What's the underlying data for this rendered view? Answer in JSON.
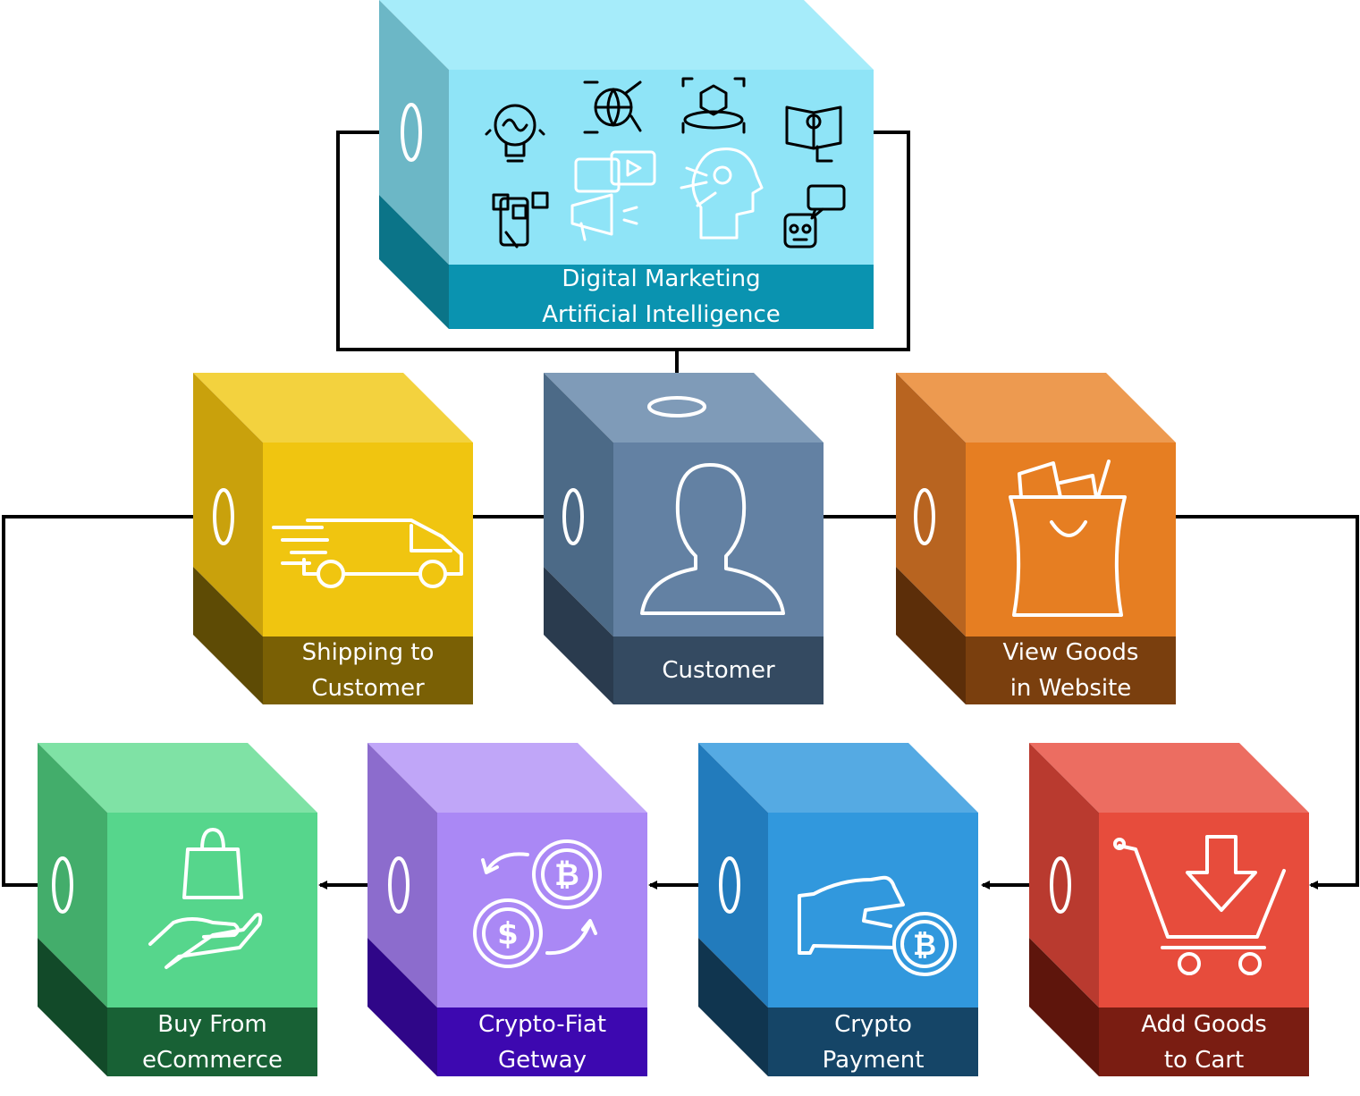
{
  "blocks": {
    "top": {
      "line1": "Digital Marketing",
      "line2": "Artificial Intelligence",
      "colors": {
        "front": "#8fe4f7",
        "side": "#6cb7c6",
        "top": "#a6ecfa",
        "band": "#0a93b0",
        "side_band": "#0b7488"
      }
    },
    "shipping": {
      "line1": "Shipping to",
      "line2": "Customer",
      "colors": {
        "front": "#f0c510",
        "side": "#c9a10c",
        "top": "#f3d23e",
        "band": "#7a6005",
        "side_band": "#5e4b05"
      }
    },
    "customer": {
      "line1": "Customer",
      "colors": {
        "front": "#6381a3",
        "side": "#4c6a87",
        "top": "#7f9bb8",
        "band": "#344a61",
        "side_band": "#2a3b4e"
      }
    },
    "view_goods": {
      "line1": "View Goods",
      "line2": "in Website",
      "colors": {
        "front": "#e67e22",
        "side": "#b86420",
        "top": "#ed9a50",
        "band": "#7a3f0e",
        "side_band": "#5c2e09"
      }
    },
    "buy": {
      "line1": "Buy From",
      "line2": "eCommerce",
      "colors": {
        "front": "#56d68c",
        "side": "#43ad6b",
        "top": "#7fe2a5",
        "band": "#186135",
        "side_band": "#124a29"
      }
    },
    "crypto_fiat": {
      "line1": "Crypto-Fiat",
      "line2": "Getway",
      "colors": {
        "front": "#aa88f5",
        "side": "#8c6ccd",
        "top": "#c0a6f8",
        "band": "#3d08b0",
        "side_band": "#2f0688"
      }
    },
    "crypto_payment": {
      "line1": "Crypto",
      "line2": "Payment",
      "colors": {
        "front": "#3198dd",
        "side": "#227bbc",
        "top": "#55aae3",
        "band": "#154567",
        "side_band": "#10354f"
      }
    },
    "add_cart": {
      "line1": "Add Goods",
      "line2": "to Cart",
      "colors": {
        "front": "#e74c3c",
        "side": "#b93a2f",
        "top": "#ec6d61",
        "band": "#7a1d12",
        "side_band": "#5e150c"
      }
    }
  },
  "icons": {
    "top": [
      "brain-bulb-icon",
      "globe-satellite-icon",
      "ar-360-icon",
      "manual-touch-icon",
      "social-media-phone-icon",
      "megaphone-video-icon",
      "ai-head-icon",
      "chatbot-icon"
    ],
    "shipping": "delivery-truck-icon",
    "customer": "person-icon",
    "view_goods": "shopping-bag-icon",
    "buy": "hand-bag-icon",
    "crypto_fiat": "currency-exchange-icon",
    "crypto_payment": "hand-bitcoin-icon",
    "add_cart": "cart-download-icon"
  }
}
